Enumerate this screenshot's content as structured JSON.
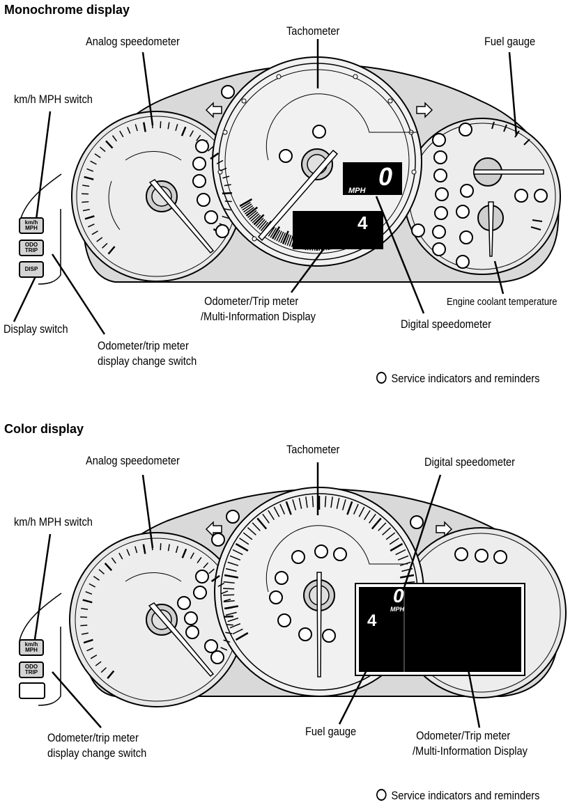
{
  "monochrome": {
    "title": "Monochrome display",
    "labels": {
      "analog_speedometer": "Analog speedometer",
      "tachometer": "Tachometer",
      "fuel_gauge": "Fuel gauge",
      "kmh_mph_switch": "km/h MPH switch",
      "display_switch": "Display switch",
      "odo_switch_line1": "Odometer/trip meter",
      "odo_switch_line2": "display change switch",
      "odometer_line1": "Odometer/Trip meter",
      "odometer_line2": "/Multi-Information Display",
      "digital_speedometer": "Digital speedometer",
      "engine_coolant": "Engine coolant temperature"
    },
    "lcd_speed": "0",
    "lcd_unit": "MPH",
    "gear": "4",
    "buttons": {
      "kmh": "km/h\nMPH",
      "odo": "ODO\nTRIP",
      "disp": "DISP"
    },
    "legend": "Service indicators and reminders"
  },
  "color": {
    "title": "Color display",
    "labels": {
      "analog_speedometer": "Analog speedometer",
      "tachometer": "Tachometer",
      "digital_speedometer": "Digital speedometer",
      "kmh_mph_switch": "km/h MPH switch",
      "odo_switch_line1": "Odometer/trip meter",
      "odo_switch_line2": "display change switch",
      "fuel_gauge": "Fuel gauge",
      "odometer_line1": "Odometer/Trip meter",
      "odometer_line2": "/Multi-Information Display"
    },
    "lcd_speed": "0",
    "lcd_unit": "MPH",
    "gear": "4",
    "buttons": {
      "kmh": "km/h\nMPH",
      "odo": "ODO\nTRIP"
    },
    "legend": "Service indicators and reminders"
  },
  "colors": {
    "cluster_fill": "#d9d9d9",
    "lcd": "#000000",
    "outline": "#000000"
  }
}
